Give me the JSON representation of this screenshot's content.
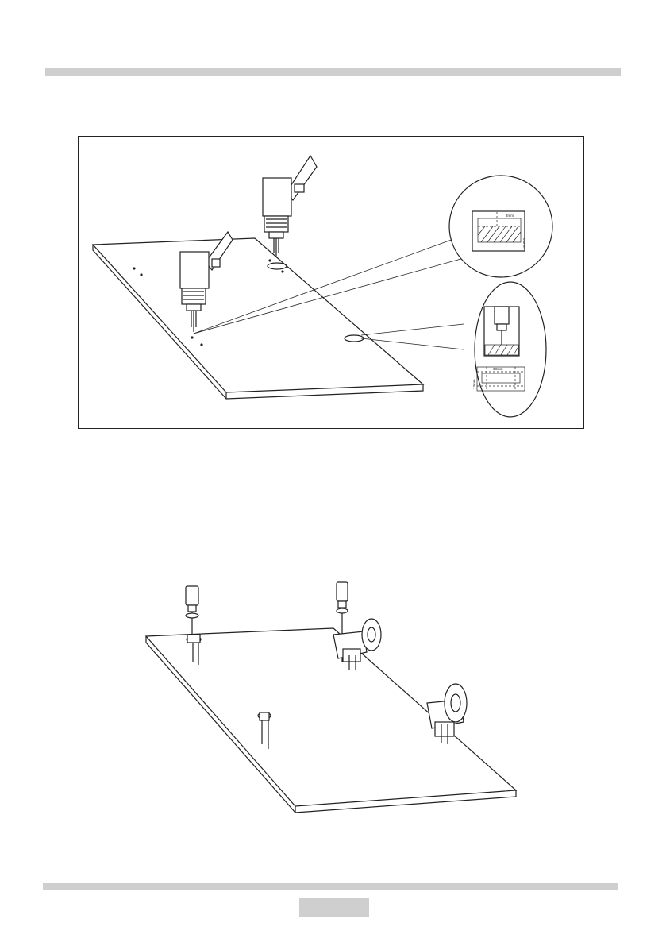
{
  "header": {
    "rule_color": "#cfcfcf"
  },
  "figure_1": {
    "detail_top_label": "3mm",
    "detail_top_side_label": "0.5mm",
    "detail_bottom_label": "38mm",
    "detail_bottom_side_label": "13mm"
  },
  "figure_2": {},
  "footer": {
    "rule_color": "#cfcfcf",
    "page_number": ""
  }
}
